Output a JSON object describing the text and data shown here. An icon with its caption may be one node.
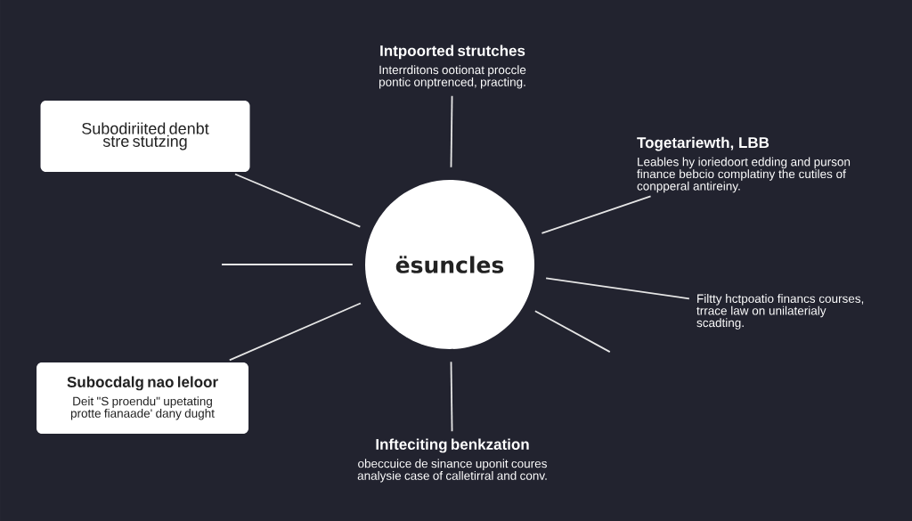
{
  "diagram": {
    "nodes": [
      {
        "text": [
          "ësuncles"
        ]
      },
      {
        "text": [
          "Intpoorted strutches",
          "Interrditons ootionat proccle pontic onptrenced, practing."
        ]
      },
      {
        "text": [
          "Subodiriited denbt stre stutzing"
        ]
      },
      {
        "text": [
          "Togetariewth, LBB",
          "Leables hy ioriedoort edding and purson finance bebcio complatiny the cutiles of conpperal antireiny."
        ]
      },
      {
        "text": [
          "Filtty hctpoatio financs courses, trrace law on unilaterialy scadting."
        ]
      },
      {
        "text": [
          "Subocdalg nao leloor",
          "Deit \"S proendu\" upetating protte fianaade' dany dught"
        ]
      },
      {
        "text": [
          "Infteciting benkzation",
          "obeccuice de sinance uponit coures analysie case of calletirral and conv."
        ]
      }
    ],
    "edges": [
      {
        "from": 0,
        "to": 1,
        "arrow": "none"
      },
      {
        "from": 0,
        "to": 3,
        "arrow": "none"
      },
      {
        "from": 0,
        "to": 4,
        "arrow": "none"
      },
      {
        "from": 0,
        "to": null,
        "arrow": "none"
      },
      {
        "from": 0,
        "to": 6,
        "arrow": "none"
      },
      {
        "from": 0,
        "to": 5,
        "arrow": "none"
      },
      {
        "from": 0,
        "to": null,
        "arrow": "none"
      },
      {
        "from": 0,
        "to": 2,
        "arrow": "none"
      }
    ]
  }
}
